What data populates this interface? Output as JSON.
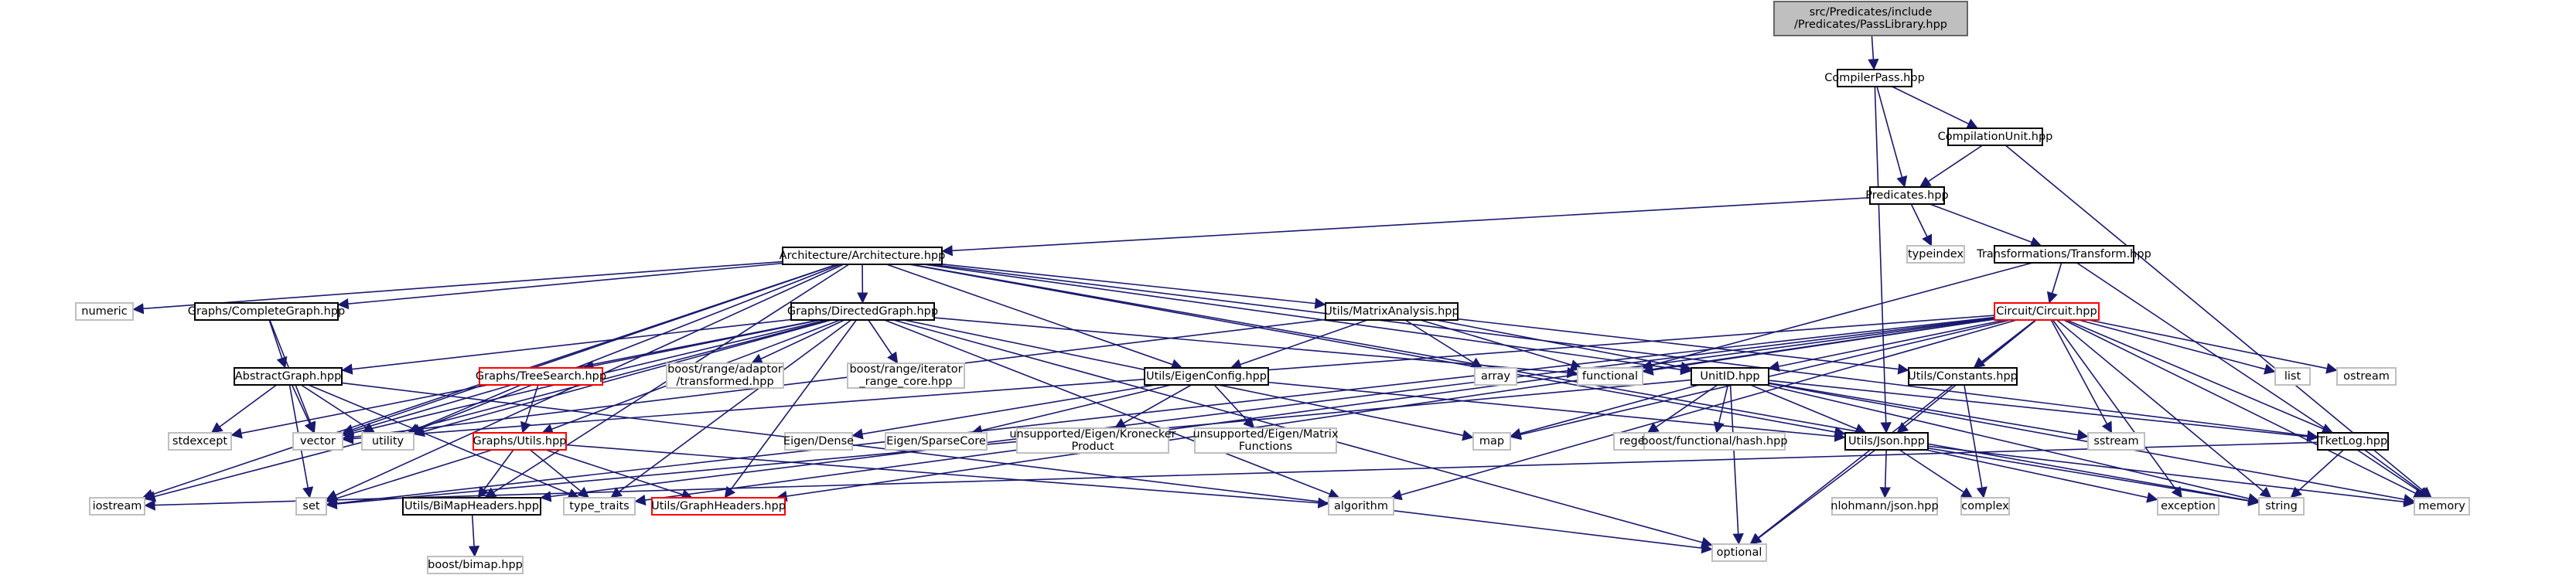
{
  "colors": {
    "edge": "#191970",
    "node_border": "#000000",
    "ext_border": "#bfbfbf",
    "trunc_border": "#ff0000",
    "root_fill": "#bfbfbf"
  },
  "nodes": [
    {
      "id": "root",
      "lines": [
        "src/Predicates/include",
        "/Predicates/PassLibrary.hpp"
      ],
      "kind": "root"
    },
    {
      "id": "compilerpass",
      "lines": [
        "CompilerPass.hpp"
      ],
      "kind": "normal"
    },
    {
      "id": "compilationunit",
      "lines": [
        "CompilationUnit.hpp"
      ],
      "kind": "normal"
    },
    {
      "id": "predicates",
      "lines": [
        "Predicates.hpp"
      ],
      "kind": "normal"
    },
    {
      "id": "architecture",
      "lines": [
        "Architecture/Architecture.hpp"
      ],
      "kind": "normal"
    },
    {
      "id": "typeindex",
      "lines": [
        "typeindex"
      ],
      "kind": "external"
    },
    {
      "id": "transform",
      "lines": [
        "Transformations/Transform.hpp"
      ],
      "kind": "normal"
    },
    {
      "id": "numeric",
      "lines": [
        "numeric"
      ],
      "kind": "external"
    },
    {
      "id": "completegraph",
      "lines": [
        "Graphs/CompleteGraph.hpp"
      ],
      "kind": "normal"
    },
    {
      "id": "directedgraph",
      "lines": [
        "Graphs/DirectedGraph.hpp"
      ],
      "kind": "normal"
    },
    {
      "id": "matrixanalysis",
      "lines": [
        "Utils/MatrixAnalysis.hpp"
      ],
      "kind": "normal"
    },
    {
      "id": "circuit",
      "lines": [
        "Circuit/Circuit.hpp"
      ],
      "kind": "truncated"
    },
    {
      "id": "abstractgraph",
      "lines": [
        "AbstractGraph.hpp"
      ],
      "kind": "normal"
    },
    {
      "id": "treesearch",
      "lines": [
        "Graphs/TreeSearch.hpp"
      ],
      "kind": "truncated"
    },
    {
      "id": "adaptor",
      "lines": [
        "boost/range/adaptor",
        "/transformed.hpp"
      ],
      "kind": "external"
    },
    {
      "id": "itercore",
      "lines": [
        "boost/range/iterator",
        "_range_core.hpp"
      ],
      "kind": "external"
    },
    {
      "id": "eigenconfig",
      "lines": [
        "Utils/EigenConfig.hpp"
      ],
      "kind": "normal"
    },
    {
      "id": "array",
      "lines": [
        "array"
      ],
      "kind": "external"
    },
    {
      "id": "functional",
      "lines": [
        "functional"
      ],
      "kind": "external"
    },
    {
      "id": "unitid",
      "lines": [
        "UnitID.hpp"
      ],
      "kind": "normal"
    },
    {
      "id": "constants",
      "lines": [
        "Utils/Constants.hpp"
      ],
      "kind": "normal"
    },
    {
      "id": "list",
      "lines": [
        "list"
      ],
      "kind": "external"
    },
    {
      "id": "ostream",
      "lines": [
        "ostream"
      ],
      "kind": "external"
    },
    {
      "id": "stdexcept",
      "lines": [
        "stdexcept"
      ],
      "kind": "external"
    },
    {
      "id": "vector",
      "lines": [
        "vector"
      ],
      "kind": "external"
    },
    {
      "id": "utility",
      "lines": [
        "utility"
      ],
      "kind": "external"
    },
    {
      "id": "graphsutils",
      "lines": [
        "Graphs/Utils.hpp"
      ],
      "kind": "truncated"
    },
    {
      "id": "eigendense",
      "lines": [
        "Eigen/Dense"
      ],
      "kind": "external"
    },
    {
      "id": "eigensparse",
      "lines": [
        "Eigen/SparseCore"
      ],
      "kind": "external"
    },
    {
      "id": "kronecker",
      "lines": [
        "unsupported/Eigen/Kronecker",
        "Product"
      ],
      "kind": "external"
    },
    {
      "id": "matrixfunc",
      "lines": [
        "unsupported/Eigen/Matrix",
        "Functions"
      ],
      "kind": "external"
    },
    {
      "id": "map",
      "lines": [
        "map"
      ],
      "kind": "external"
    },
    {
      "id": "regex",
      "lines": [
        "regex"
      ],
      "kind": "external"
    },
    {
      "id": "hash",
      "lines": [
        "boost/functional/hash.hpp"
      ],
      "kind": "external"
    },
    {
      "id": "json",
      "lines": [
        "Utils/Json.hpp"
      ],
      "kind": "normal"
    },
    {
      "id": "sstream",
      "lines": [
        "sstream"
      ],
      "kind": "external"
    },
    {
      "id": "tketlog",
      "lines": [
        "TketLog.hpp"
      ],
      "kind": "normal"
    },
    {
      "id": "iostream",
      "lines": [
        "iostream"
      ],
      "kind": "external"
    },
    {
      "id": "set",
      "lines": [
        "set"
      ],
      "kind": "external"
    },
    {
      "id": "bimap",
      "lines": [
        "Utils/BiMapHeaders.hpp"
      ],
      "kind": "normal"
    },
    {
      "id": "typetraits",
      "lines": [
        "type_traits"
      ],
      "kind": "external"
    },
    {
      "id": "graphheaders",
      "lines": [
        "Utils/GraphHeaders.hpp"
      ],
      "kind": "truncated"
    },
    {
      "id": "algorithm",
      "lines": [
        "algorithm"
      ],
      "kind": "external"
    },
    {
      "id": "optional",
      "lines": [
        "optional"
      ],
      "kind": "external"
    },
    {
      "id": "nlohmann",
      "lines": [
        "nlohmann/json.hpp"
      ],
      "kind": "external"
    },
    {
      "id": "complex",
      "lines": [
        "complex"
      ],
      "kind": "external"
    },
    {
      "id": "exception",
      "lines": [
        "exception"
      ],
      "kind": "external"
    },
    {
      "id": "string",
      "lines": [
        "string"
      ],
      "kind": "external"
    },
    {
      "id": "memory",
      "lines": [
        "memory"
      ],
      "kind": "external"
    },
    {
      "id": "boostbimap",
      "lines": [
        "boost/bimap.hpp"
      ],
      "kind": "external"
    }
  ],
  "edges": [
    [
      "root",
      "compilerpass"
    ],
    [
      "compilerpass",
      "compilationunit"
    ],
    [
      "compilerpass",
      "predicates"
    ],
    [
      "compilerpass",
      "json"
    ],
    [
      "compilationunit",
      "predicates"
    ],
    [
      "compilationunit",
      "memory"
    ],
    [
      "predicates",
      "architecture"
    ],
    [
      "predicates",
      "typeindex"
    ],
    [
      "predicates",
      "transform"
    ],
    [
      "architecture",
      "numeric"
    ],
    [
      "architecture",
      "completegraph"
    ],
    [
      "architecture",
      "directedgraph"
    ],
    [
      "architecture",
      "matrixanalysis"
    ],
    [
      "architecture",
      "eigenconfig"
    ],
    [
      "architecture",
      "unitid"
    ],
    [
      "architecture",
      "json"
    ],
    [
      "architecture",
      "tketlog"
    ],
    [
      "architecture",
      "vector"
    ],
    [
      "architecture",
      "utility"
    ],
    [
      "architecture",
      "iostream"
    ],
    [
      "architecture",
      "set"
    ],
    [
      "architecture",
      "bimap"
    ],
    [
      "architecture",
      "string"
    ],
    [
      "transform",
      "circuit"
    ],
    [
      "transform",
      "functional"
    ],
    [
      "transform",
      "memory"
    ],
    [
      "completegraph",
      "abstractgraph"
    ],
    [
      "completegraph",
      "vector"
    ],
    [
      "directedgraph",
      "abstractgraph"
    ],
    [
      "directedgraph",
      "treesearch"
    ],
    [
      "directedgraph",
      "adaptor"
    ],
    [
      "directedgraph",
      "itercore"
    ],
    [
      "directedgraph",
      "graphsutils"
    ],
    [
      "directedgraph",
      "functional"
    ],
    [
      "directedgraph",
      "map"
    ],
    [
      "directedgraph",
      "stdexcept"
    ],
    [
      "directedgraph",
      "iostream"
    ],
    [
      "directedgraph",
      "vector"
    ],
    [
      "directedgraph",
      "utility"
    ],
    [
      "directedgraph",
      "typetraits"
    ],
    [
      "directedgraph",
      "graphheaders"
    ],
    [
      "directedgraph",
      "algorithm"
    ],
    [
      "directedgraph",
      "optional"
    ],
    [
      "matrixanalysis",
      "eigenconfig"
    ],
    [
      "matrixanalysis",
      "array"
    ],
    [
      "matrixanalysis",
      "constants"
    ],
    [
      "matrixanalysis",
      "functional"
    ],
    [
      "matrixanalysis",
      "unitid"
    ],
    [
      "matrixanalysis",
      "vector"
    ],
    [
      "circuit",
      "unitid"
    ],
    [
      "circuit",
      "constants"
    ],
    [
      "circuit",
      "json"
    ],
    [
      "circuit",
      "tketlog"
    ],
    [
      "circuit",
      "list"
    ],
    [
      "circuit",
      "ostream"
    ],
    [
      "circuit",
      "functional"
    ],
    [
      "circuit",
      "map"
    ],
    [
      "circuit",
      "sstream"
    ],
    [
      "circuit",
      "string"
    ],
    [
      "circuit",
      "memory"
    ],
    [
      "circuit",
      "exception"
    ],
    [
      "circuit",
      "optional"
    ],
    [
      "circuit",
      "algorithm"
    ],
    [
      "circuit",
      "graphheaders"
    ],
    [
      "circuit",
      "vector"
    ],
    [
      "circuit",
      "set"
    ],
    [
      "circuit",
      "typetraits"
    ],
    [
      "circuit",
      "bimap"
    ],
    [
      "abstractgraph",
      "stdexcept"
    ],
    [
      "abstractgraph",
      "vector"
    ],
    [
      "abstractgraph",
      "utility"
    ],
    [
      "abstractgraph",
      "set"
    ],
    [
      "abstractgraph",
      "optional"
    ],
    [
      "abstractgraph",
      "typetraits"
    ],
    [
      "treesearch",
      "graphsutils"
    ],
    [
      "treesearch",
      "vector"
    ],
    [
      "treesearch",
      "utility"
    ],
    [
      "eigenconfig",
      "eigendense"
    ],
    [
      "eigenconfig",
      "eigensparse"
    ],
    [
      "eigenconfig",
      "kronecker"
    ],
    [
      "eigenconfig",
      "matrixfunc"
    ],
    [
      "eigenconfig",
      "json"
    ],
    [
      "unitid",
      "map"
    ],
    [
      "unitid",
      "regex"
    ],
    [
      "unitid",
      "hash"
    ],
    [
      "unitid",
      "json"
    ],
    [
      "unitid",
      "sstream"
    ],
    [
      "unitid",
      "tketlog"
    ],
    [
      "unitid",
      "string"
    ],
    [
      "unitid",
      "memory"
    ],
    [
      "unitid",
      "optional"
    ],
    [
      "unitid",
      "set"
    ],
    [
      "constants",
      "complex"
    ],
    [
      "graphsutils",
      "set"
    ],
    [
      "graphsutils",
      "bimap"
    ],
    [
      "graphsutils",
      "typetraits"
    ],
    [
      "graphsutils",
      "graphheaders"
    ],
    [
      "graphsutils",
      "algorithm"
    ],
    [
      "json",
      "nlohmann"
    ],
    [
      "json",
      "complex"
    ],
    [
      "json",
      "exception"
    ],
    [
      "json",
      "string"
    ],
    [
      "json",
      "optional"
    ],
    [
      "json",
      "memory"
    ],
    [
      "tketlog",
      "string"
    ],
    [
      "tketlog",
      "memory"
    ],
    [
      "tketlog",
      "iostream"
    ],
    [
      "bimap",
      "boostbimap"
    ]
  ]
}
